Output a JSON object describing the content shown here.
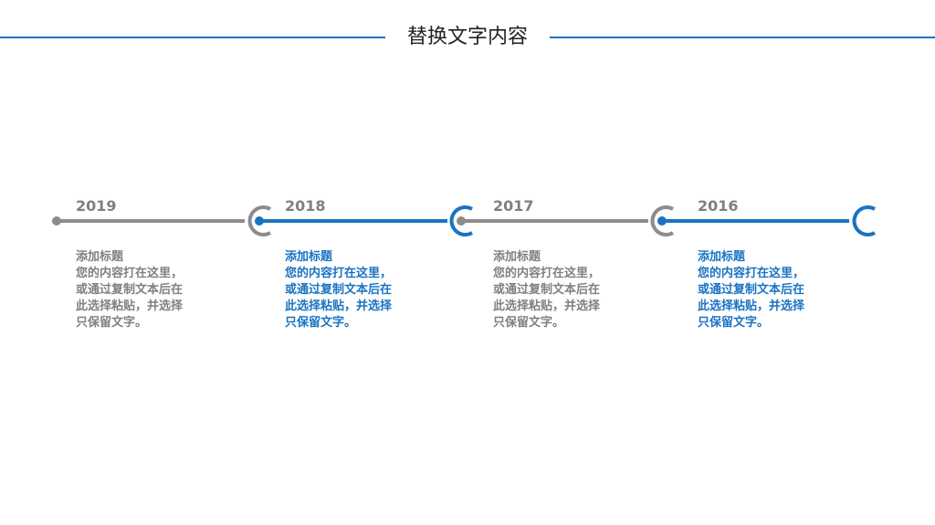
{
  "title": "替换文字内容",
  "colors": {
    "blue": "#1a73c2",
    "gray": "#8c8c8c"
  },
  "milestones": [
    {
      "year": "2019",
      "color": "gray",
      "heading": "添加标题",
      "lines": [
        "您的内容打在这里，",
        "或通过复制文本后在",
        "此选择粘贴，并选择",
        "只保留文字。"
      ]
    },
    {
      "year": "2018",
      "color": "blue",
      "heading": "添加标题",
      "lines": [
        "您的内容打在这里，",
        "或通过复制文本后在",
        "此选择粘贴，并选择",
        "只保留文字。"
      ]
    },
    {
      "year": "2017",
      "color": "gray",
      "heading": "添加标题",
      "lines": [
        "您的内容打在这里，",
        "或通过复制文本后在",
        "此选择粘贴，并选择",
        "只保留文字。"
      ]
    },
    {
      "year": "2016",
      "color": "blue",
      "heading": "添加标题",
      "lines": [
        "您的内容打在这里，",
        "或通过复制文本后在",
        "此选择粘贴，并选择",
        "只保留文字。"
      ]
    }
  ]
}
